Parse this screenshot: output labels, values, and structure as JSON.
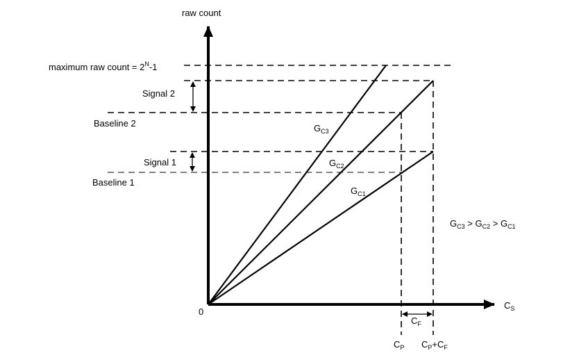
{
  "axes": {
    "y_label": "raw count",
    "x_label_main": "C",
    "x_label_sub": "S",
    "origin_label": "0"
  },
  "levels": {
    "max_label_prefix": "maximum  raw count = 2",
    "max_label_sup": "N",
    "max_label_suffix": "-1",
    "signal2": "Signal 2",
    "baseline2": "Baseline 2",
    "signal1": "Signal 1",
    "baseline1": "Baseline 1"
  },
  "lines": [
    {
      "main": "G",
      "sub": "C3"
    },
    {
      "main": "G",
      "sub": "C2"
    },
    {
      "main": "G",
      "sub": "C1"
    }
  ],
  "relation": {
    "g3": "G",
    "g3_sub": "C3",
    "gt1": " > ",
    "g2": "G",
    "g2_sub": "C2",
    "gt2": " > ",
    "g1": "G",
    "g1_sub": "C1"
  },
  "x_marks": {
    "cf_main": "C",
    "cf_sub": "F",
    "cp_main": "C",
    "cp_sub": "P",
    "cpcf_main1": "C",
    "cpcf_sub1": "P",
    "cpcf_plus": "+",
    "cpcf_main2": "C",
    "cpcf_sub2": "F"
  }
}
